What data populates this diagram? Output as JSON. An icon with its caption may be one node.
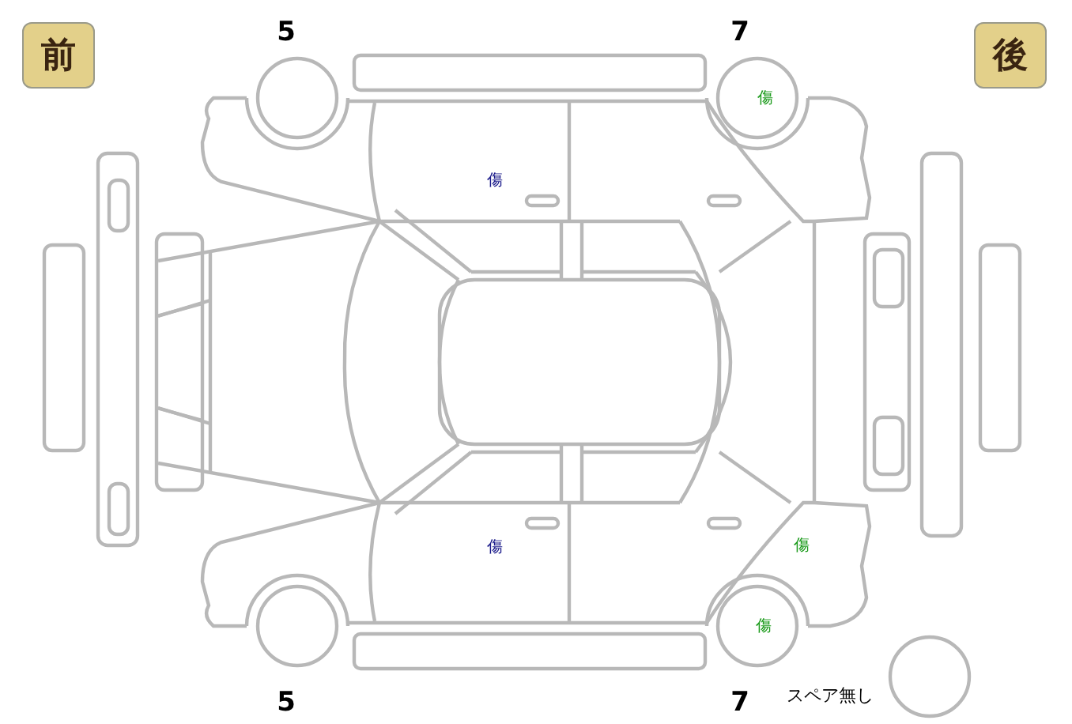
{
  "diagram": {
    "nodes": [
      {
        "text": [
          "前"
        ]
      },
      {
        "text": [
          "後"
        ]
      }
    ],
    "edges": [],
    "labels": [
      "5",
      "7",
      "傷",
      "傷",
      "傷",
      "傷",
      "傷",
      "5",
      "7",
      "スペア無し"
    ]
  }
}
